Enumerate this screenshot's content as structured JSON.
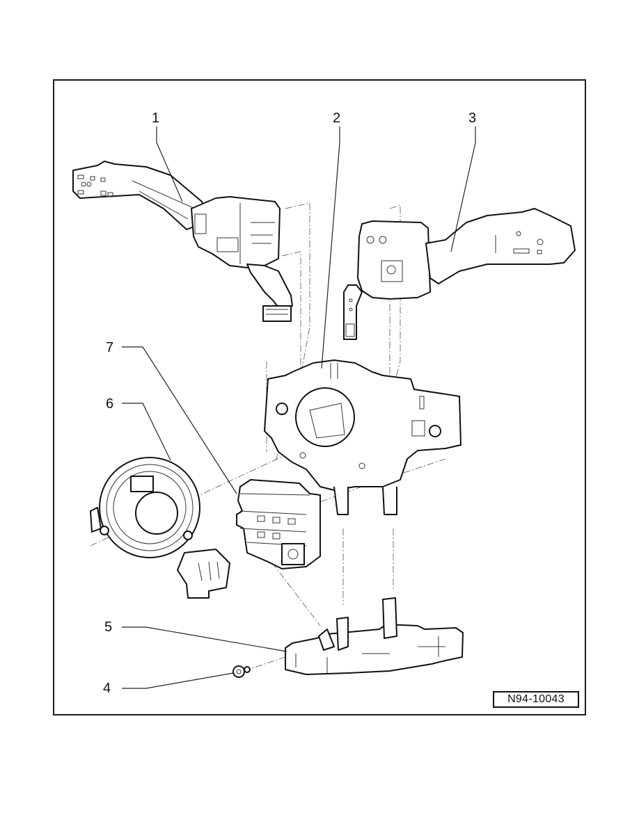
{
  "figure": {
    "id_label": "N94-10043",
    "callouts": [
      {
        "number": "1",
        "part": "turn-signal-switch-stalk"
      },
      {
        "number": "2",
        "part": "steering-column-switch-housing"
      },
      {
        "number": "3",
        "part": "wiper-switch-stalk"
      },
      {
        "number": "4",
        "part": "screw"
      },
      {
        "number": "5",
        "part": "lower-bracket"
      },
      {
        "number": "6",
        "part": "clock-spring"
      },
      {
        "number": "7",
        "part": "steering-column-electronics-module"
      }
    ]
  }
}
